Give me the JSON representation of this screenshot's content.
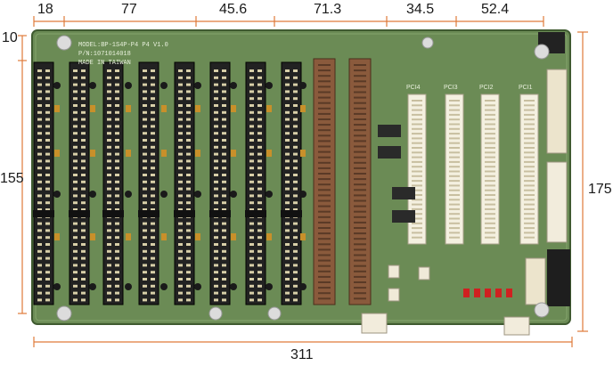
{
  "dimensions": {
    "top": [
      "18",
      "77",
      "45.6",
      "71.3",
      "34.5",
      "52.4"
    ],
    "left_top": "10",
    "left_height": "155",
    "right_height": "175",
    "bottom_width": "311"
  },
  "board": {
    "silkscreen": [
      "MODEL:BP-1S4P-P4 P4 V1.0",
      "P/N:1071014018",
      "MADE IN TAIWAN"
    ],
    "pci_labels": [
      "PCI4",
      "PCI3",
      "PCI2",
      "PCI1"
    ],
    "slot_counts": {
      "isa": 8,
      "cpu": 2,
      "pci": 4
    },
    "colors": {
      "pcb": "#6b8b55",
      "isa_slot": "#222222",
      "cpu_slot": "#8a5a3c",
      "pci_slot": "#f4f0e0",
      "dimension": "#e07a3a",
      "led": "#d02020"
    }
  }
}
